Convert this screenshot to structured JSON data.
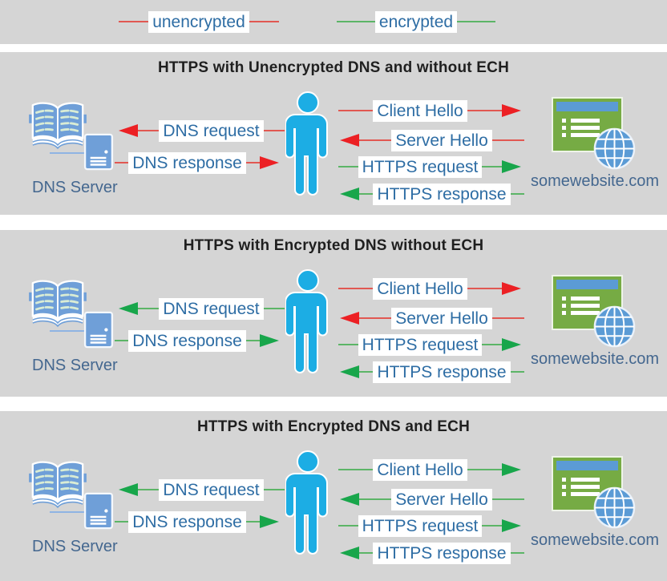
{
  "legend": {
    "unencrypted_label": "unencrypted",
    "encrypted_label": "encrypted"
  },
  "colors": {
    "band_bg": "#d5d5d5",
    "line_unencrypted": "#e15852",
    "head_unencrypted": "#ec2024",
    "line_encrypted": "#5cb567",
    "head_encrypted": "#18a64b",
    "label_text": "#2e6da4",
    "caption_text": "#44678f",
    "title_text": "#1f1f1f",
    "person_blue": "#1cade4",
    "book_blue": "#6f9fd8",
    "site_green": "#76ab44",
    "site_titlebar": "#5b9bd5",
    "globe_blue": "#5b9bd5",
    "connector_blue": "#8fb4e3"
  },
  "panels": [
    {
      "title": "HTTPS with Unencrypted DNS and without ECH",
      "dns_server_label": "DNS Server",
      "website_label": "somewebsite.com",
      "arrows": {
        "dns_request": {
          "label": "DNS request",
          "color": "red",
          "direction": "left"
        },
        "dns_response": {
          "label": "DNS response",
          "color": "red",
          "direction": "right"
        },
        "client_hello": {
          "label": "Client Hello",
          "color": "red",
          "direction": "right"
        },
        "server_hello": {
          "label": "Server Hello",
          "color": "red",
          "direction": "left"
        },
        "https_request": {
          "label": "HTTPS request",
          "color": "green",
          "direction": "right"
        },
        "https_response": {
          "label": "HTTPS response",
          "color": "green",
          "direction": "left"
        }
      }
    },
    {
      "title": "HTTPS with Encrypted DNS without ECH",
      "dns_server_label": "DNS Server",
      "website_label": "somewebsite.com",
      "arrows": {
        "dns_request": {
          "label": "DNS request",
          "color": "green",
          "direction": "left"
        },
        "dns_response": {
          "label": "DNS response",
          "color": "green",
          "direction": "right"
        },
        "client_hello": {
          "label": "Client Hello",
          "color": "red",
          "direction": "right"
        },
        "server_hello": {
          "label": "Server Hello",
          "color": "red",
          "direction": "left"
        },
        "https_request": {
          "label": "HTTPS request",
          "color": "green",
          "direction": "right"
        },
        "https_response": {
          "label": "HTTPS response",
          "color": "green",
          "direction": "left"
        }
      }
    },
    {
      "title": "HTTPS with Encrypted DNS and ECH",
      "dns_server_label": "DNS Server",
      "website_label": "somewebsite.com",
      "arrows": {
        "dns_request": {
          "label": "DNS request",
          "color": "green",
          "direction": "left"
        },
        "dns_response": {
          "label": "DNS response",
          "color": "green",
          "direction": "right"
        },
        "client_hello": {
          "label": "Client Hello",
          "color": "green",
          "direction": "right"
        },
        "server_hello": {
          "label": "Server Hello",
          "color": "green",
          "direction": "left"
        },
        "https_request": {
          "label": "HTTPS request",
          "color": "green",
          "direction": "right"
        },
        "https_response": {
          "label": "HTTPS response",
          "color": "green",
          "direction": "left"
        }
      }
    }
  ]
}
